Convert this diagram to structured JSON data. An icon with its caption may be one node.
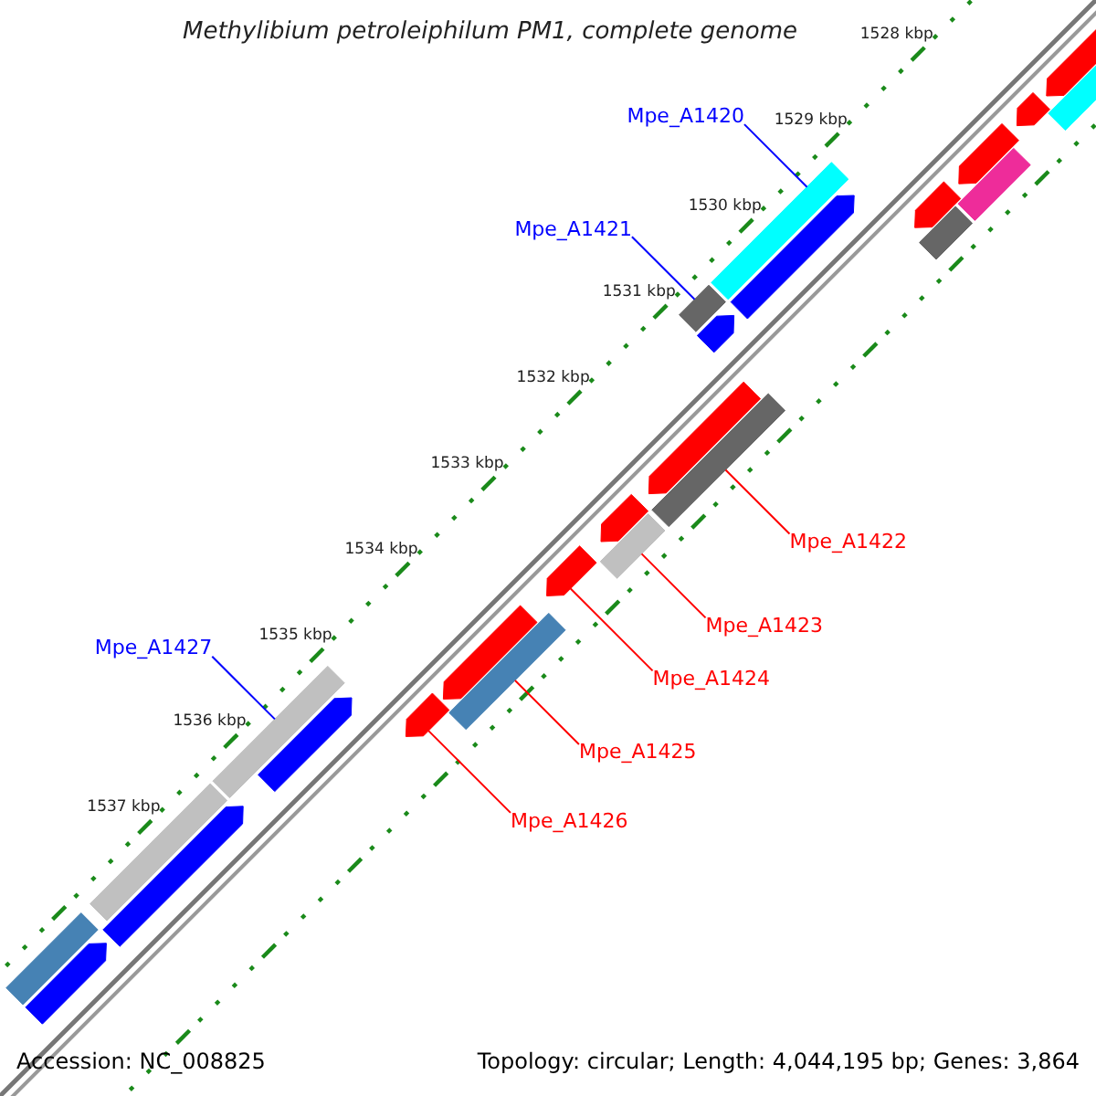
{
  "diagram": {
    "title": "Methylibium petroleiphilum PM1, complete genome",
    "nodes": [
      {
        "text": [
          "Mpe_A1420"
        ]
      },
      {
        "text": [
          "Mpe_A1421"
        ]
      },
      {
        "text": [
          "Mpe_A1422"
        ]
      },
      {
        "text": [
          "Mpe_A1427"
        ]
      },
      {
        "text": [
          "Mpe_A1423"
        ]
      },
      {
        "text": [
          "Mpe_A1424"
        ]
      },
      {
        "text": [
          "Mpe_A1425"
        ]
      },
      {
        "text": [
          "Mpe_A1426"
        ]
      },
      {
        "text": [],
        "shape": "arrow"
      },
      {
        "text": [],
        "shape": "bar"
      },
      {
        "text": [],
        "shape": "arrow"
      },
      {
        "text": [],
        "shape": "arrow"
      },
      {
        "text": [],
        "shape": "bar"
      },
      {
        "text": [],
        "shape": "arrow"
      },
      {
        "text": [],
        "shape": "bar"
      },
      {
        "text": [],
        "shape": "bar"
      },
      {
        "text": [],
        "shape": "arrow"
      },
      {
        "text": [],
        "shape": "bar"
      },
      {
        "text": [],
        "shape": "arrow"
      },
      {
        "text": [],
        "shape": "arrow"
      },
      {
        "text": [],
        "shape": "bar"
      },
      {
        "text": [],
        "shape": "arrow"
      },
      {
        "text": [],
        "shape": "bar"
      },
      {
        "text": [],
        "shape": "arrow"
      },
      {
        "text": [],
        "shape": "arrow"
      },
      {
        "text": [],
        "shape": "bar"
      },
      {
        "text": [],
        "shape": "arrow"
      },
      {
        "text": [],
        "shape": "bar"
      },
      {
        "text": [],
        "shape": "arrow"
      },
      {
        "text": [],
        "shape": "bar"
      },
      {
        "text": [],
        "shape": "arrow"
      },
      {
        "text": [],
        "shape": "bar"
      },
      {
        "text": [],
        "shape": "arrow"
      }
    ],
    "edges": [
      {
        "from": 0,
        "to": 14,
        "arrow": "none",
        "color": "#0000ff"
      },
      {
        "from": 1,
        "to": 17,
        "arrow": "none",
        "color": "#0000ff"
      },
      {
        "from": 2,
        "to": 20,
        "arrow": "none"
      },
      {
        "from": 3,
        "to": 27,
        "arrow": "none",
        "color": "#0000ff"
      },
      {
        "from": 4,
        "to": 22,
        "arrow": "none"
      },
      {
        "from": 5,
        "to": 23,
        "arrow": "none"
      },
      {
        "from": 6,
        "to": 25,
        "arrow": "none"
      },
      {
        "from": 7,
        "to": 26,
        "arrow": "none"
      }
    ],
    "labels": [
      "1528 kbp",
      "1529 kbp",
      "1530 kbp",
      "1531 kbp",
      "1532 kbp",
      "1533 kbp",
      "1534 kbp",
      "1535 kbp",
      "1536 kbp",
      "1537 kbp",
      "Accession: NC_008825",
      "Topology: circular; Length: 4,044,195 bp; Genes: 3,864"
    ]
  }
}
